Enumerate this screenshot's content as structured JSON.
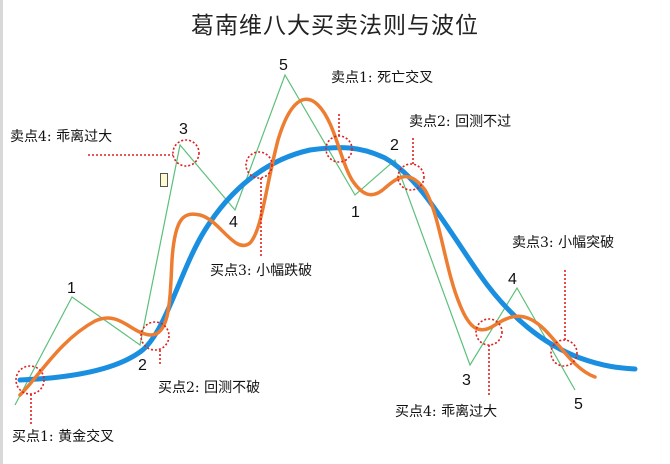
{
  "title": "葛南维八大买卖法则与波位",
  "colors": {
    "ma_line": "#1a8fe0",
    "price_line": "#ed7d31",
    "wave_line": "#5cc07a",
    "marker": "#e02020"
  },
  "legend_free_labels": {
    "sell4": "卖点4: 乖离过大",
    "sell1": "卖点1: 死亡交叉",
    "sell2": "卖点2: 回测不过",
    "sell3": "卖点3: 小幅突破",
    "buy1": "买点1: 黄金交叉",
    "buy2": "买点2: 回测不破",
    "buy3": "买点3: 小幅跌破",
    "buy4": "买点4: 乖离过大"
  },
  "wave_numbers": {
    "up": [
      "1",
      "2",
      "3",
      "4",
      "5"
    ],
    "down": [
      "1",
      "2",
      "3",
      "4",
      "5"
    ]
  }
}
